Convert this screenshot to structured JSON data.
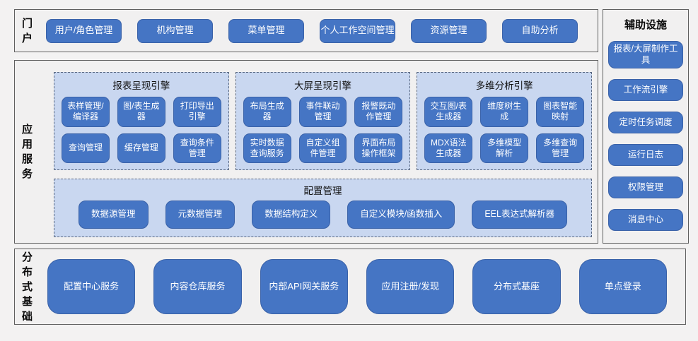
{
  "colors": {
    "button_blue": "#4575c4",
    "button_border": "#3a62a8",
    "group_fill": "#c9d7f0",
    "group_dash_border": "#57667f",
    "panel_border": "#5f5f5f",
    "background": "#f3f2f2",
    "button_text": "#ffffff"
  },
  "portal": {
    "label": "门户",
    "items": [
      "用户/角色管理",
      "机构管理",
      "菜单管理",
      "个人工作空间管理",
      "资源管理",
      "自助分析"
    ]
  },
  "app_services": {
    "label": "应用服务",
    "engines": [
      {
        "title": "报表呈现引擎",
        "rows": [
          [
            "表样管理/编译器",
            "图/表生成器",
            "打印导出引擎"
          ],
          [
            "查询管理",
            "缓存管理",
            "查询条件管理"
          ]
        ]
      },
      {
        "title": "大屏呈现引擎",
        "rows": [
          [
            "布局生成器",
            "事件联动管理",
            "报警既动作管理"
          ],
          [
            "实时数据查询服务",
            "自定义组件管理",
            "界面布局操作框架"
          ]
        ]
      },
      {
        "title": "多维分析引擎",
        "rows": [
          [
            "交互图/表生成器",
            "维度树生成",
            "图表智能映射"
          ],
          [
            "MDX语法生成器",
            "多维模型解析",
            "多维查询管理"
          ]
        ]
      }
    ],
    "config": {
      "title": "配置管理",
      "items": [
        "数据源管理",
        "元数据管理",
        "数据结构定义",
        "自定义模块/函数插入",
        "EEL表达式解析器"
      ]
    }
  },
  "distributed": {
    "label": "分布式基础",
    "items": [
      "配置中心服务",
      "内容仓库服务",
      "内部API网关服务",
      "应用注册/发现",
      "分布式基座",
      "单点登录"
    ]
  },
  "auxiliary": {
    "label": "辅助设施",
    "items": [
      "报表/大屏制作工具",
      "工作流引擎",
      "定时任务调度",
      "运行日志",
      "权限管理",
      "消息中心"
    ]
  }
}
